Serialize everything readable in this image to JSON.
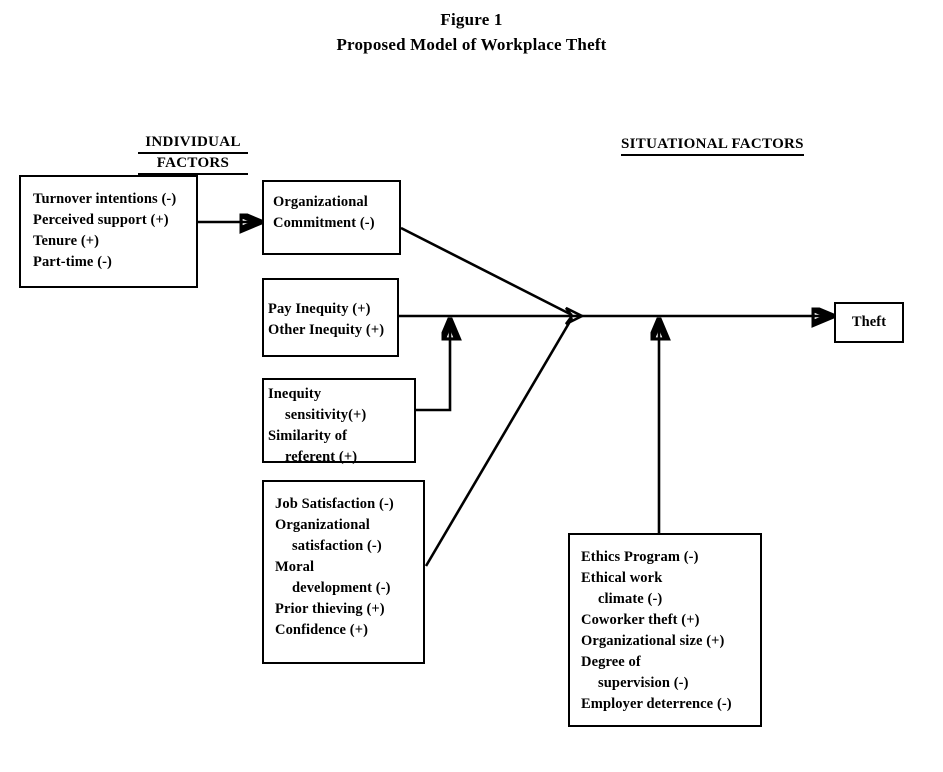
{
  "figure": {
    "title_line1": "Figure 1",
    "title_line2": "Proposed Model of Workplace Theft"
  },
  "headings": {
    "individual_line1": "INDIVIDUAL",
    "individual_line2": "FACTORS",
    "situational": "SITUATIONAL  FACTORS"
  },
  "boxes": {
    "individual_drivers": {
      "lines": [
        "Turnover intentions (-)",
        "Perceived support (+)",
        "Tenure (+)",
        "Part-time (-)"
      ]
    },
    "org_commitment": {
      "lines": [
        "Organizational",
        "Commitment (-)"
      ]
    },
    "inequity": {
      "lines": [
        "Pay Inequity (+)",
        "Other Inequity (+)"
      ]
    },
    "inequity_sensitivity": {
      "lines": [
        "Inequity",
        "sensitivity(+)",
        "Similarity of",
        "referent (+)"
      ]
    },
    "job_satisfaction": {
      "lines": [
        "Job Satisfaction (-)",
        "Organizational",
        "satisfaction (-)",
        "Moral",
        "development (-)",
        "Prior thieving (+)",
        "Confidence (+)"
      ]
    },
    "situational_factors": {
      "lines": [
        "Ethics Program (-)",
        "Ethical work",
        "climate (-)",
        "Coworker theft (+)",
        "Organizational size (+)",
        "Degree of",
        "supervision (-)",
        "Employer deterrence (-)"
      ]
    },
    "theft": {
      "label": "Theft"
    }
  },
  "colors": {
    "ink": "#000000",
    "paper": "#ffffff"
  },
  "chart_data": {
    "type": "diagram",
    "title": "Proposed Model of Workplace Theft",
    "nodes": [
      "Individual drivers",
      "Organizational Commitment (-)",
      "Inequity",
      "Inequity sensitivity / Similarity of referent",
      "Job Satisfaction cluster",
      "Situational Factors",
      "Theft"
    ],
    "edges": [
      {
        "from": "Individual drivers",
        "to": "Organizational Commitment (-)"
      },
      {
        "from": "Organizational Commitment (-)",
        "to": "Theft"
      },
      {
        "from": "Inequity",
        "to": "Theft"
      },
      {
        "from": "Inequity sensitivity / Similarity of referent",
        "to": "Inequity path"
      },
      {
        "from": "Job Satisfaction cluster",
        "to": "Theft"
      },
      {
        "from": "Situational Factors",
        "to": "Theft"
      }
    ]
  }
}
